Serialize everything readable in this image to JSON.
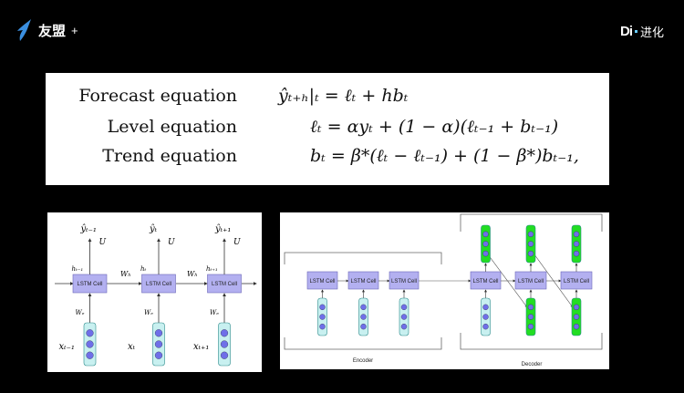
{
  "header": {
    "brand_left": "友盟",
    "brand_left_plus": "+",
    "brand_right_logo": "Di",
    "brand_right_text": "进化"
  },
  "equations": [
    {
      "label": "Forecast equation",
      "math": "ŷₜ₊ₕ|ₜ = ℓₜ + hbₜ"
    },
    {
      "label": "Level equation",
      "math": "ℓₜ = αyₜ + (1 − α)(ℓₜ₋₁ + bₜ₋₁)"
    },
    {
      "label": "Trend equation",
      "math": "bₜ = β*(ℓₜ − ℓₜ₋₁) + (1 − β*)bₜ₋₁,"
    }
  ],
  "rnn_diagram": {
    "cell_label": "LSTM Cell",
    "outputs": [
      "ŷₜ₋₁",
      "ŷₜ",
      "ŷₜ₊₁"
    ],
    "output_weight": "U",
    "hidden": [
      "hₜ₋₁",
      "hₜ",
      "hₜ₊₁"
    ],
    "hidden_weight": "Wₕ",
    "input_weight": "Wₑ",
    "inputs": [
      "xₜ₋₁",
      "xₜ",
      "xₜ₊₁"
    ]
  },
  "seq2seq_diagram": {
    "cell_label": "LSTM Cell",
    "encoder_label": "Encoder",
    "decoder_label": "Decoder"
  },
  "colors": {
    "cell": "#b3b0f0",
    "pod_input": "#c8f0f0",
    "pod_output": "#22dd22",
    "node": "#6f6fe8"
  }
}
